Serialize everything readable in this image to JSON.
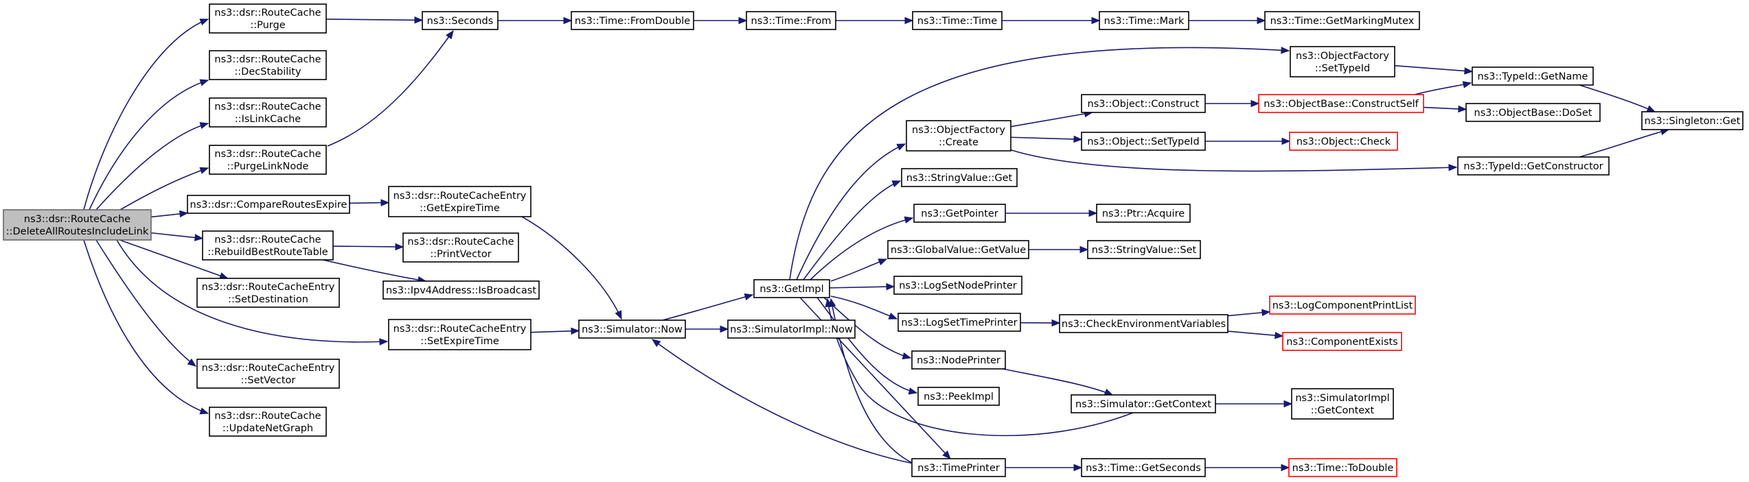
{
  "graph": {
    "colors": {
      "edge": "#191970",
      "box_border": "#000000",
      "root_fill": "#bfbfbf",
      "root_border": "#666666",
      "missing_border": "#ff0000"
    },
    "nodes": [
      {
        "id": "root",
        "lines": [
          "ns3::dsr::RouteCache",
          "::DeleteAllRoutesIncludeLink"
        ],
        "style": "root"
      },
      {
        "id": "purge",
        "lines": [
          "ns3::dsr::RouteCache",
          "::Purge"
        ]
      },
      {
        "id": "decstability",
        "lines": [
          "ns3::dsr::RouteCache",
          "::DecStability"
        ]
      },
      {
        "id": "islinkcache",
        "lines": [
          "ns3::dsr::RouteCache",
          "::IsLinkCache"
        ]
      },
      {
        "id": "purgelinknode",
        "lines": [
          "ns3::dsr::RouteCache",
          "::PurgeLinkNode"
        ]
      },
      {
        "id": "compareroutesexpire",
        "lines": [
          "ns3::dsr::CompareRoutesExpire"
        ]
      },
      {
        "id": "rebuildbestroutetable",
        "lines": [
          "ns3::dsr::RouteCache",
          "::RebuildBestRouteTable"
        ]
      },
      {
        "id": "setdestination",
        "lines": [
          "ns3::dsr::RouteCacheEntry",
          "::SetDestination"
        ]
      },
      {
        "id": "setvector",
        "lines": [
          "ns3::dsr::RouteCacheEntry",
          "::SetVector"
        ]
      },
      {
        "id": "updatenetgraph",
        "lines": [
          "ns3::dsr::RouteCache",
          "::UpdateNetGraph"
        ]
      },
      {
        "id": "seconds",
        "lines": [
          "ns3::Seconds"
        ]
      },
      {
        "id": "getexpiretime",
        "lines": [
          "ns3::dsr::RouteCacheEntry",
          "::GetExpireTime"
        ]
      },
      {
        "id": "printvector",
        "lines": [
          "ns3::dsr::RouteCache",
          "::PrintVector"
        ]
      },
      {
        "id": "isbroadcast",
        "lines": [
          "ns3::Ipv4Address::IsBroadcast"
        ]
      },
      {
        "id": "setexpiretime",
        "lines": [
          "ns3::dsr::RouteCacheEntry",
          "::SetExpireTime"
        ]
      },
      {
        "id": "fromdouble",
        "lines": [
          "ns3::Time::FromDouble"
        ]
      },
      {
        "id": "from",
        "lines": [
          "ns3::Time::From"
        ]
      },
      {
        "id": "time",
        "lines": [
          "ns3::Time::Time"
        ]
      },
      {
        "id": "mark",
        "lines": [
          "ns3::Time::Mark"
        ]
      },
      {
        "id": "getmarkingmutex",
        "lines": [
          "ns3::Time::GetMarkingMutex"
        ]
      },
      {
        "id": "simnow",
        "lines": [
          "ns3::Simulator::Now"
        ]
      },
      {
        "id": "simimplnow",
        "lines": [
          "ns3::SimulatorImpl::Now"
        ]
      },
      {
        "id": "getimpl",
        "lines": [
          "ns3::GetImpl"
        ]
      },
      {
        "id": "ofsettypeid",
        "lines": [
          "ns3::ObjectFactory",
          "::SetTypeId"
        ]
      },
      {
        "id": "ofcreate",
        "lines": [
          "ns3::ObjectFactory",
          "::Create"
        ]
      },
      {
        "id": "stringvalueget",
        "lines": [
          "ns3::StringValue::Get"
        ]
      },
      {
        "id": "getpointer",
        "lines": [
          "ns3::GetPointer"
        ]
      },
      {
        "id": "globalvaluegetvalue",
        "lines": [
          "ns3::GlobalValue::GetValue"
        ]
      },
      {
        "id": "logsetnodeprinter",
        "lines": [
          "ns3::LogSetNodePrinter"
        ]
      },
      {
        "id": "logsettimeprinter",
        "lines": [
          "ns3::LogSetTimePrinter"
        ]
      },
      {
        "id": "nodeprinter",
        "lines": [
          "ns3::NodePrinter"
        ]
      },
      {
        "id": "peekimpl",
        "lines": [
          "ns3::PeekImpl"
        ]
      },
      {
        "id": "timeprinter",
        "lines": [
          "ns3::TimePrinter"
        ]
      },
      {
        "id": "objconstruct",
        "lines": [
          "ns3::Object::Construct"
        ]
      },
      {
        "id": "objsettypeid",
        "lines": [
          "ns3::Object::SetTypeId"
        ]
      },
      {
        "id": "ptracquire",
        "lines": [
          "ns3::Ptr::Acquire"
        ]
      },
      {
        "id": "stringvalueset",
        "lines": [
          "ns3::StringValue::Set"
        ]
      },
      {
        "id": "checkenv",
        "lines": [
          "ns3::CheckEnvironmentVariables"
        ]
      },
      {
        "id": "simgetcontext",
        "lines": [
          "ns3::Simulator::GetContext"
        ]
      },
      {
        "id": "timegetseconds",
        "lines": [
          "ns3::Time::GetSeconds"
        ]
      },
      {
        "id": "typeidgetname",
        "lines": [
          "ns3::TypeId::GetName"
        ]
      },
      {
        "id": "objbaseconstructself",
        "lines": [
          "ns3::ObjectBase::ConstructSelf"
        ],
        "style": "red"
      },
      {
        "id": "objbasedoset",
        "lines": [
          "ns3::ObjectBase::DoSet"
        ]
      },
      {
        "id": "objcheck",
        "lines": [
          "ns3::Object::Check"
        ],
        "style": "red"
      },
      {
        "id": "typeidgetconstructor",
        "lines": [
          "ns3::TypeId::GetConstructor"
        ]
      },
      {
        "id": "logcomponentprintlist",
        "lines": [
          "ns3::LogComponentPrintList"
        ],
        "style": "red"
      },
      {
        "id": "componentexists",
        "lines": [
          "ns3::ComponentExists"
        ],
        "style": "red"
      },
      {
        "id": "simimplgetcontext",
        "lines": [
          "ns3::SimulatorImpl",
          "::GetContext"
        ]
      },
      {
        "id": "timetodouble",
        "lines": [
          "ns3::Time::ToDouble"
        ],
        "style": "red"
      },
      {
        "id": "singletonget",
        "lines": [
          "ns3::Singleton::Get"
        ]
      }
    ],
    "edges": [
      [
        "root",
        "purge"
      ],
      [
        "root",
        "decstability"
      ],
      [
        "root",
        "islinkcache"
      ],
      [
        "root",
        "purgelinknode"
      ],
      [
        "root",
        "compareroutesexpire"
      ],
      [
        "root",
        "rebuildbestroutetable"
      ],
      [
        "root",
        "setdestination"
      ],
      [
        "root",
        "setexpiretime"
      ],
      [
        "root",
        "setvector"
      ],
      [
        "root",
        "updatenetgraph"
      ],
      [
        "purge",
        "seconds"
      ],
      [
        "purgelinknode",
        "seconds"
      ],
      [
        "seconds",
        "fromdouble"
      ],
      [
        "fromdouble",
        "from"
      ],
      [
        "from",
        "time"
      ],
      [
        "time",
        "mark"
      ],
      [
        "mark",
        "getmarkingmutex"
      ],
      [
        "compareroutesexpire",
        "getexpiretime"
      ],
      [
        "getexpiretime",
        "simnow"
      ],
      [
        "rebuildbestroutetable",
        "printvector"
      ],
      [
        "rebuildbestroutetable",
        "isbroadcast"
      ],
      [
        "setexpiretime",
        "simnow"
      ],
      [
        "simnow",
        "simimplnow"
      ],
      [
        "simnow",
        "getimpl"
      ],
      [
        "getimpl",
        "ofsettypeid"
      ],
      [
        "getimpl",
        "ofcreate"
      ],
      [
        "getimpl",
        "stringvalueget"
      ],
      [
        "getimpl",
        "getpointer"
      ],
      [
        "getimpl",
        "globalvaluegetvalue"
      ],
      [
        "getimpl",
        "logsetnodeprinter"
      ],
      [
        "getimpl",
        "logsettimeprinter"
      ],
      [
        "getimpl",
        "nodeprinter"
      ],
      [
        "getimpl",
        "peekimpl"
      ],
      [
        "getimpl",
        "timeprinter"
      ],
      [
        "ofsettypeid",
        "typeidgetname"
      ],
      [
        "ofcreate",
        "objconstruct"
      ],
      [
        "ofcreate",
        "objsettypeid"
      ],
      [
        "ofcreate",
        "typeidgetconstructor"
      ],
      [
        "objconstruct",
        "objbaseconstructself"
      ],
      [
        "objbaseconstructself",
        "typeidgetname"
      ],
      [
        "objbaseconstructself",
        "objbasedoset"
      ],
      [
        "objsettypeid",
        "objcheck"
      ],
      [
        "typeidgetname",
        "singletonget"
      ],
      [
        "typeidgetconstructor",
        "singletonget"
      ],
      [
        "getpointer",
        "ptracquire"
      ],
      [
        "globalvaluegetvalue",
        "stringvalueset"
      ],
      [
        "logsettimeprinter",
        "checkenv"
      ],
      [
        "checkenv",
        "logcomponentprintlist"
      ],
      [
        "checkenv",
        "componentexists"
      ],
      [
        "nodeprinter",
        "simgetcontext"
      ],
      [
        "simgetcontext",
        "getimpl"
      ],
      [
        "simgetcontext",
        "simimplgetcontext"
      ],
      [
        "timeprinter",
        "getimpl"
      ],
      [
        "timeprinter",
        "simnow"
      ],
      [
        "timeprinter",
        "timegetseconds"
      ],
      [
        "timegetseconds",
        "timetodouble"
      ]
    ]
  }
}
